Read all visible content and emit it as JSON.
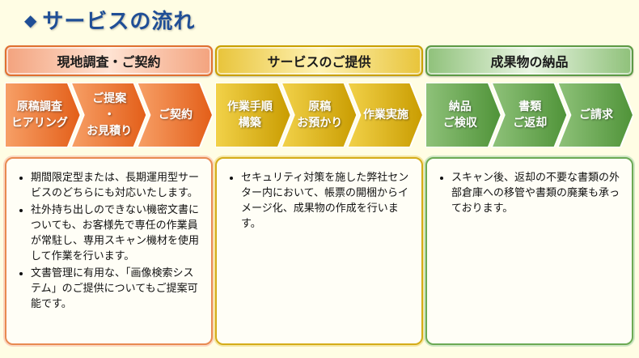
{
  "title": "サービスの流れ",
  "columns": [
    {
      "phase": "現地調査・ご契約",
      "steps": [
        {
          "lines": [
            "原稿調査",
            "ヒアリング"
          ]
        },
        {
          "lines": [
            "ご提案",
            "・",
            "お見積り"
          ]
        },
        {
          "lines": [
            "ご契約"
          ]
        }
      ],
      "bullets": [
        "期間限定型または、長期運用型サービスのどちらにも対応いたします。",
        "社外持ち出しのできない機密文書についても、お客様先で専任の作業員が常駐し、専用スキャン機材を使用して作業を行います。",
        "文書管理に有用な、「画像検索システム」のご提供についてもご提案可能です。"
      ]
    },
    {
      "phase": "サービスのご提供",
      "steps": [
        {
          "lines": [
            "作業手順",
            "構築"
          ]
        },
        {
          "lines": [
            "原稿",
            "お預かり"
          ]
        },
        {
          "lines": [
            "作業実施"
          ]
        }
      ],
      "bullets": [
        "セキュリティ対策を施した弊社センター内において、帳票の開梱からイメージ化、成果物の作成を行います。"
      ]
    },
    {
      "phase": "成果物の納品",
      "steps": [
        {
          "lines": [
            "納品",
            "ご検収"
          ]
        },
        {
          "lines": [
            "書類",
            "ご返却"
          ]
        },
        {
          "lines": [
            "ご請求"
          ]
        }
      ],
      "bullets": [
        "スキャン後、返却の不要な書類の外部倉庫への移管や書類の廃棄も承っております。"
      ]
    }
  ],
  "colors": {
    "orange_light": "#f7a067",
    "orange_dark": "#e35e18",
    "yellow_light": "#f2d24a",
    "yellow_dark": "#c99c00",
    "green_light": "#8fc27a",
    "green_dark": "#4f9338",
    "title_blue": "#1f4e96"
  }
}
